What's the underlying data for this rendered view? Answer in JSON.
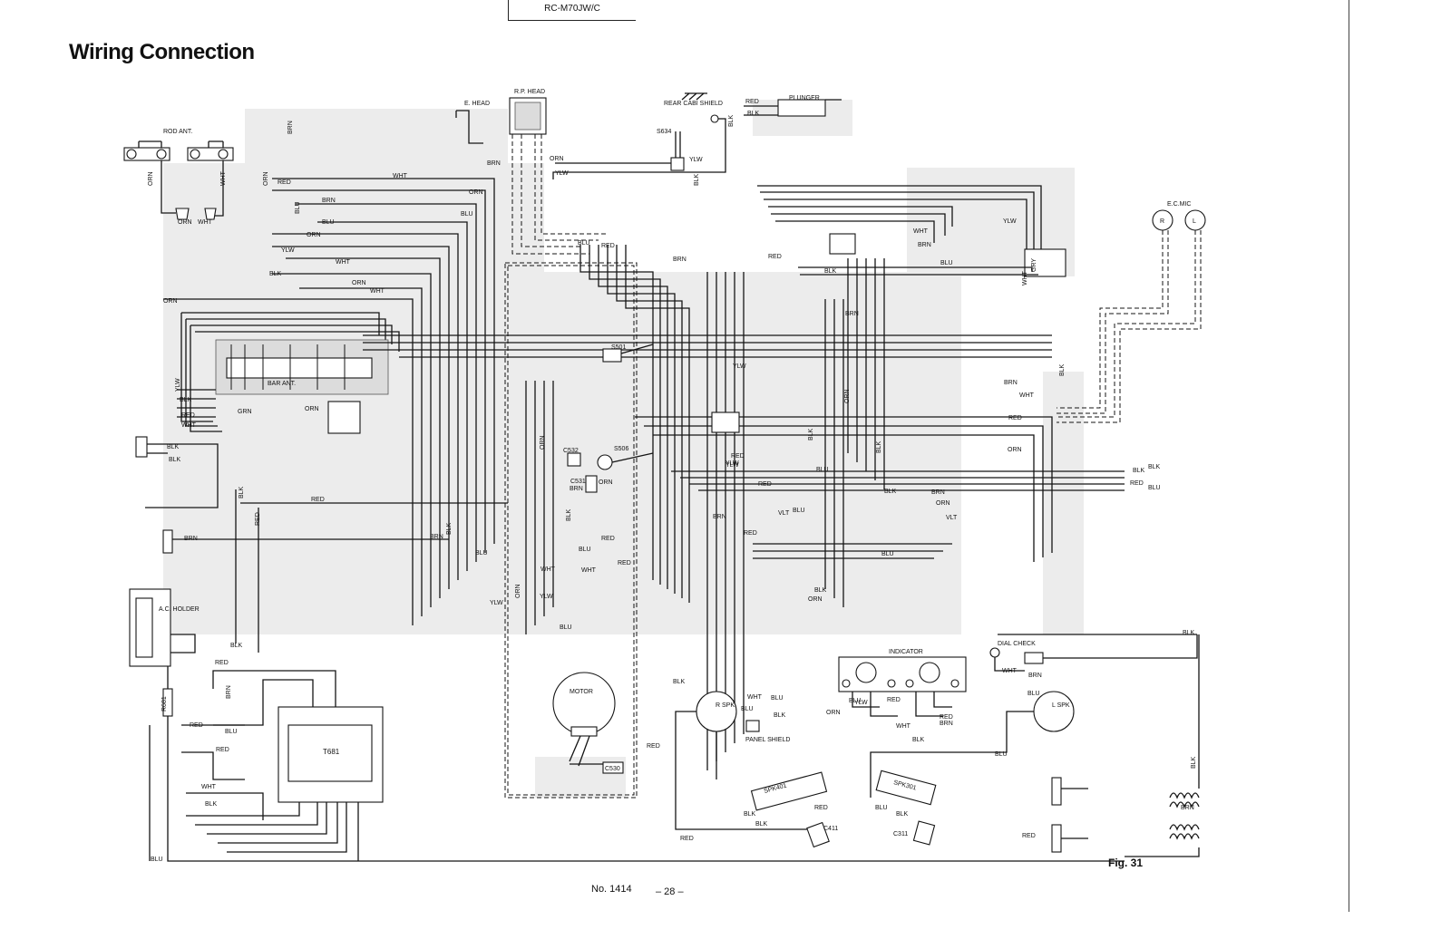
{
  "header": {
    "model": "RC-M70JW/C",
    "title": "Wiring Connection"
  },
  "footer": {
    "figure": "Fig. 31",
    "doc_no": "No. 1414",
    "page": "– 28 –"
  },
  "labels": {
    "rod_ant": "ROD  ANT.",
    "e_head": "E. HEAD",
    "rp_head": "R.P. HEAD",
    "rear_cabi_shield": "REAR CABI SHIELD",
    "plunger": "PLUNGER",
    "s634": "S634",
    "ec_mic": "E.C.MIC",
    "ec_mic_r": "R",
    "ec_mic_l": "L",
    "s501": "S501",
    "s506": "S506",
    "c532": "C532",
    "c531": "C531",
    "bar_ant": "BAR ANT.",
    "ac_holder": "A.C. HOLDER",
    "r681": "R681",
    "t681": "T681",
    "motor": "MOTOR",
    "c530": "C530",
    "indicator": "INDICATOR",
    "dial_check": "DIAL CHECK",
    "r_spk": "R\nSPK",
    "l_spk": "L\nSPK",
    "panel_shield": "PANEL SHIELD",
    "spk401": "SPK401",
    "spk301": "SPK301",
    "c411": "C411",
    "c311": "C311"
  },
  "wire_colors": [
    "BRN",
    "WHT",
    "ORN",
    "RED",
    "BLU",
    "YLW",
    "BLK",
    "GRY",
    "VLT",
    "GRN"
  ],
  "wire_tags": [
    {
      "id": "t1",
      "text": "ORN"
    },
    {
      "id": "t2",
      "text": "WHT"
    },
    {
      "id": "t3",
      "text": "ORN"
    },
    {
      "id": "t4",
      "text": "WHT"
    },
    {
      "id": "t5",
      "text": "BRN"
    },
    {
      "id": "t6",
      "text": "ORN"
    },
    {
      "id": "t7",
      "text": "RED"
    },
    {
      "id": "t8",
      "text": "WHT"
    },
    {
      "id": "t9",
      "text": "ORN"
    },
    {
      "id": "t10",
      "text": "BLU"
    },
    {
      "id": "t11",
      "text": "BRN"
    },
    {
      "id": "t12",
      "text": "BLU"
    },
    {
      "id": "t13",
      "text": "BLU"
    },
    {
      "id": "t14",
      "text": "ORN"
    },
    {
      "id": "t15",
      "text": "YLW"
    },
    {
      "id": "t16",
      "text": "WHT"
    },
    {
      "id": "t17",
      "text": "BLK"
    },
    {
      "id": "t18",
      "text": "ORN"
    },
    {
      "id": "t19",
      "text": "WHT"
    },
    {
      "id": "t20",
      "text": "ORN"
    },
    {
      "id": "t21",
      "text": "BRN"
    },
    {
      "id": "t22",
      "text": "YLW"
    },
    {
      "id": "t23",
      "text": "ORN"
    },
    {
      "id": "t24",
      "text": "YLW"
    },
    {
      "id": "t25",
      "text": "BLK"
    },
    {
      "id": "t26",
      "text": "BLK"
    },
    {
      "id": "t27",
      "text": "RED"
    },
    {
      "id": "t28",
      "text": "BLK"
    },
    {
      "id": "t29",
      "text": "YLW"
    },
    {
      "id": "t30",
      "text": "BLK"
    },
    {
      "id": "t31",
      "text": "GRN"
    },
    {
      "id": "t32",
      "text": "ORN"
    },
    {
      "id": "t33",
      "text": "RED"
    },
    {
      "id": "t34",
      "text": "WHT"
    },
    {
      "id": "t35",
      "text": "BLK"
    },
    {
      "id": "t36",
      "text": "BLK"
    },
    {
      "id": "t37",
      "text": "BLK"
    },
    {
      "id": "t38",
      "text": "RED"
    },
    {
      "id": "t39",
      "text": "BRN"
    },
    {
      "id": "t40",
      "text": "BRN"
    },
    {
      "id": "t41",
      "text": "RED"
    },
    {
      "id": "t42",
      "text": "BLK"
    },
    {
      "id": "t43",
      "text": "YLW"
    },
    {
      "id": "t44",
      "text": "BLU"
    },
    {
      "id": "t45",
      "text": "RED"
    },
    {
      "id": "t46",
      "text": "BRN"
    },
    {
      "id": "t47",
      "text": "RED"
    },
    {
      "id": "t48",
      "text": "BLU"
    },
    {
      "id": "t49",
      "text": "RED"
    },
    {
      "id": "t50",
      "text": "BLK"
    },
    {
      "id": "t51",
      "text": "BLK"
    },
    {
      "id": "t52",
      "text": "WHT"
    },
    {
      "id": "t53",
      "text": "ORN"
    },
    {
      "id": "t54",
      "text": "YLW"
    },
    {
      "id": "t55",
      "text": "ORN"
    },
    {
      "id": "t56",
      "text": "WHT"
    },
    {
      "id": "t57",
      "text": "BLU"
    },
    {
      "id": "t58",
      "text": "BRN"
    },
    {
      "id": "t59",
      "text": "WHT"
    },
    {
      "id": "t60",
      "text": "RED"
    },
    {
      "id": "t61",
      "text": "YLW"
    },
    {
      "id": "t62",
      "text": "ORN"
    },
    {
      "id": "t63",
      "text": "BLU"
    },
    {
      "id": "t64",
      "text": "BLK"
    },
    {
      "id": "t65",
      "text": "YLW"
    },
    {
      "id": "t66",
      "text": "RED"
    },
    {
      "id": "t67",
      "text": "BRN"
    },
    {
      "id": "t68",
      "text": "BLU"
    },
    {
      "id": "t69",
      "text": "RED"
    },
    {
      "id": "t70",
      "text": "BRN"
    },
    {
      "id": "t71",
      "text": "RED"
    },
    {
      "id": "t72",
      "text": "RED"
    },
    {
      "id": "t73",
      "text": "BLK"
    },
    {
      "id": "t74",
      "text": "BLU"
    },
    {
      "id": "t75",
      "text": "ORN"
    },
    {
      "id": "t76",
      "text": "BLU"
    },
    {
      "id": "t77",
      "text": "WHT"
    },
    {
      "id": "t78",
      "text": "BLK"
    },
    {
      "id": "t79",
      "text": "BLU"
    },
    {
      "id": "t80",
      "text": "WHT"
    },
    {
      "id": "t81",
      "text": "BRN"
    },
    {
      "id": "t82",
      "text": "RED"
    },
    {
      "id": "t83",
      "text": "BLK"
    },
    {
      "id": "t84",
      "text": "BRN"
    },
    {
      "id": "t85",
      "text": "RED"
    },
    {
      "id": "t86",
      "text": "BLK"
    },
    {
      "id": "t87",
      "text": "BRN"
    },
    {
      "id": "t88",
      "text": "BLU"
    },
    {
      "id": "t89",
      "text": "BLK"
    },
    {
      "id": "t90",
      "text": "WHT"
    },
    {
      "id": "t91",
      "text": "YLW"
    },
    {
      "id": "t92",
      "text": "BLU"
    },
    {
      "id": "t93",
      "text": "BLK"
    },
    {
      "id": "t94",
      "text": "BLK"
    },
    {
      "id": "t95",
      "text": "RED"
    },
    {
      "id": "t96",
      "text": "RED"
    },
    {
      "id": "t97",
      "text": "RED"
    },
    {
      "id": "t98",
      "text": "BLK"
    },
    {
      "id": "t99",
      "text": "RED"
    },
    {
      "id": "t100",
      "text": "BLU"
    },
    {
      "id": "t101",
      "text": "WHT"
    },
    {
      "id": "t102",
      "text": "RED"
    },
    {
      "id": "t103",
      "text": "BRN"
    },
    {
      "id": "t104",
      "text": "BLK"
    },
    {
      "id": "t105",
      "text": "RED"
    },
    {
      "id": "t106",
      "text": "YLW"
    },
    {
      "id": "t107",
      "text": "WHT"
    },
    {
      "id": "t108",
      "text": "BLU"
    },
    {
      "id": "t109",
      "text": "ORN"
    },
    {
      "id": "t110",
      "text": "BLK"
    },
    {
      "id": "t111",
      "text": "BLK"
    },
    {
      "id": "t112",
      "text": "RED"
    },
    {
      "id": "t113",
      "text": "BLU"
    },
    {
      "id": "t114",
      "text": "WHT"
    },
    {
      "id": "t115",
      "text": "GRY"
    },
    {
      "id": "t116",
      "text": "VLT"
    },
    {
      "id": "t117",
      "text": "BLU"
    },
    {
      "id": "t118",
      "text": "ORN"
    },
    {
      "id": "t119",
      "text": "BLK"
    },
    {
      "id": "t120",
      "text": "VLT"
    },
    {
      "id": "t121",
      "text": "BRN"
    },
    {
      "id": "t122",
      "text": "BLU"
    },
    {
      "id": "t123",
      "text": "ORN"
    },
    {
      "id": "t124",
      "text": "BLK"
    },
    {
      "id": "t125",
      "text": "BRN"
    },
    {
      "id": "t126",
      "text": "BLK"
    },
    {
      "id": "t127",
      "text": "BLK"
    },
    {
      "id": "t128",
      "text": "RED"
    },
    {
      "id": "t129",
      "text": "BLU"
    },
    {
      "id": "t130",
      "text": "BLK"
    },
    {
      "id": "t131",
      "text": "YLW"
    },
    {
      "id": "t132",
      "text": "ORN"
    },
    {
      "id": "t133",
      "text": "BRN"
    }
  ]
}
